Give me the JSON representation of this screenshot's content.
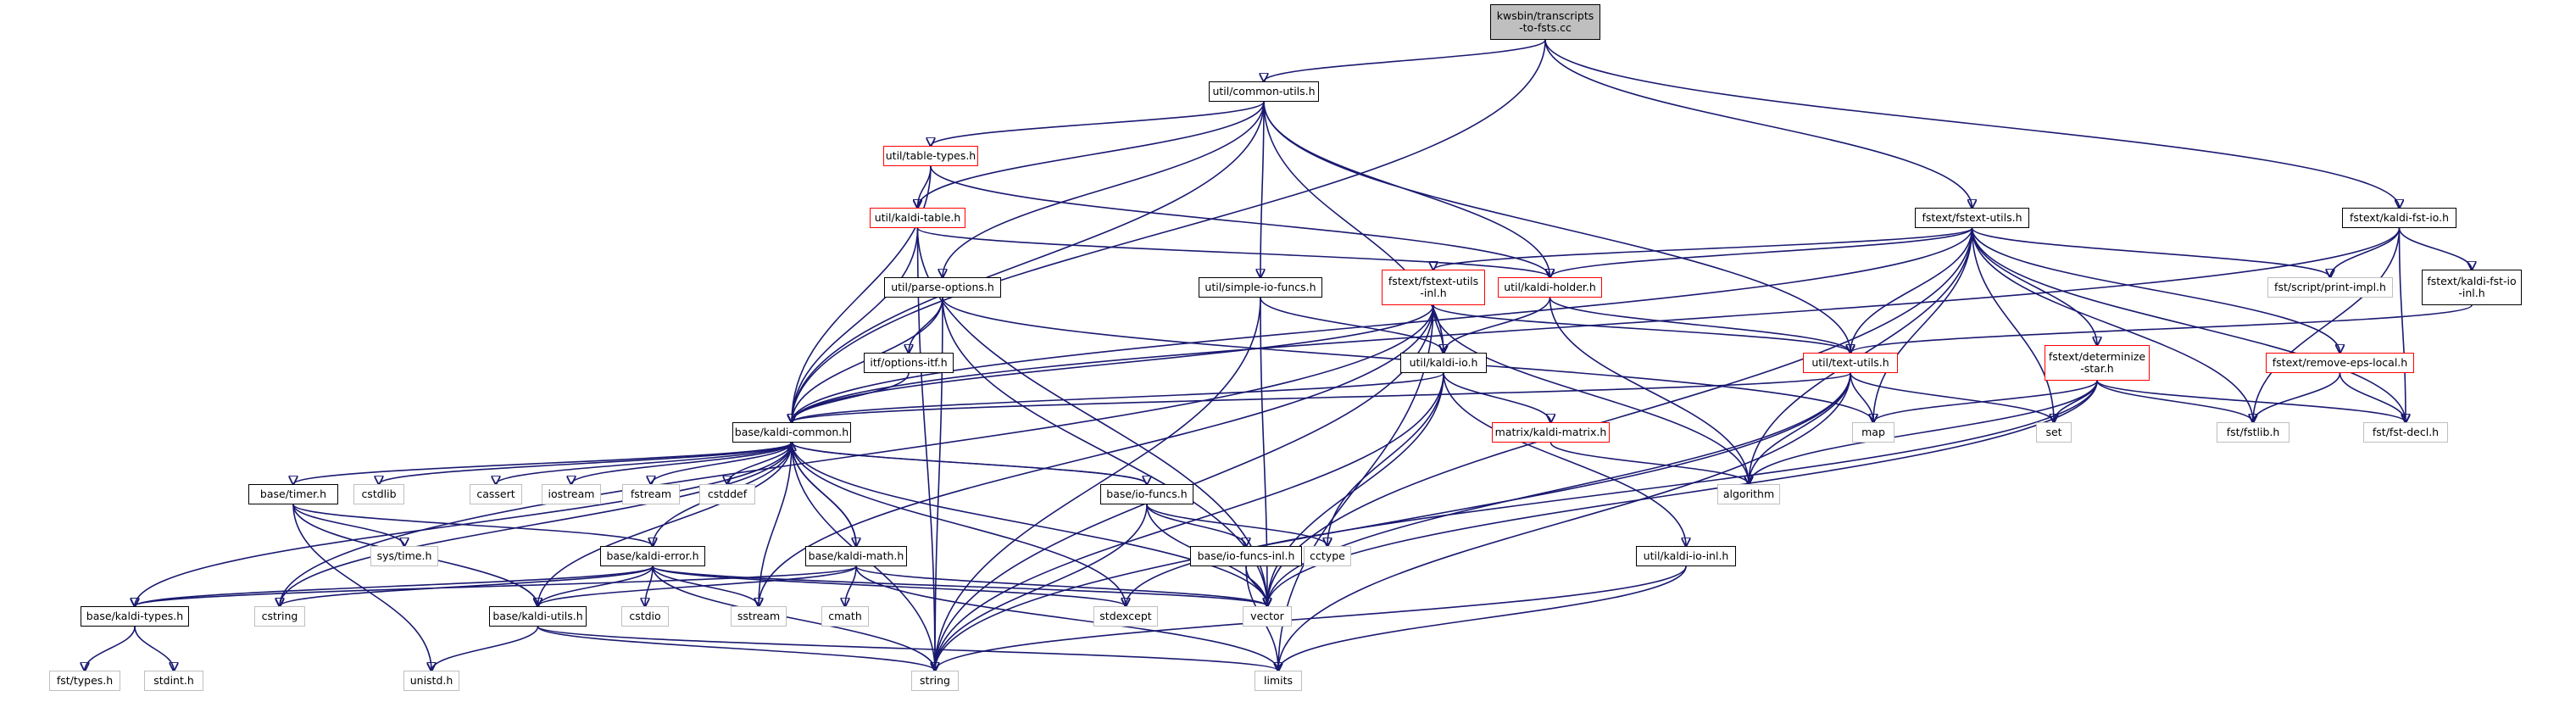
{
  "colors": {
    "edge": "#191970",
    "node_border": "#000000",
    "incomplete_border": "#ff0000",
    "external_border": "#bfbfbf",
    "root_fill": "#bfbfbf"
  },
  "nodes": {
    "root": "kwsbin/transcripts\n-to-fsts.cc",
    "common_utils": "util/common-utils.h",
    "table_types": "util/table-types.h",
    "kaldi_table": "util/kaldi-table.h",
    "parse_options": "util/parse-options.h",
    "itf_options": "itf/options-itf.h",
    "simple_io": "util/simple-io-funcs.h",
    "fstext_utils_inl": "fstext/fstext-utils\n-inl.h",
    "kaldi_holder": "util/kaldi-holder.h",
    "fstext_utils": "fstext/fstext-utils.h",
    "kaldi_fst_io": "fstext/kaldi-fst-io.h",
    "print_impl": "fst/script/print-impl.h",
    "kaldi_fst_io_inl": "fstext/kaldi-fst-io\n-inl.h",
    "kaldi_io": "util/kaldi-io.h",
    "text_utils": "util/text-utils.h",
    "determinize_star": "fstext/determinize\n-star.h",
    "remove_eps": "fstext/remove-eps-local.h",
    "kaldi_common": "base/kaldi-common.h",
    "kaldi_matrix": "matrix/kaldi-matrix.h",
    "map": "map",
    "set": "set",
    "fstlib": "fst/fstlib.h",
    "fst_decl": "fst/fst-decl.h",
    "algorithm": "algorithm",
    "timer": "base/timer.h",
    "cstdlib": "cstdlib",
    "cassert": "cassert",
    "iostream": "iostream",
    "fstream": "fstream",
    "cstddef": "cstddef",
    "io_funcs": "base/io-funcs.h",
    "cctype": "cctype",
    "systime": "sys/time.h",
    "io_funcs_inl": "base/io-funcs-inl.h",
    "kaldi_io_inl": "util/kaldi-io-inl.h",
    "kaldi_error": "base/kaldi-error.h",
    "kaldi_math": "base/kaldi-math.h",
    "kaldi_types": "base/kaldi-types.h",
    "cstring": "cstring",
    "kaldi_utils": "base/kaldi-utils.h",
    "cstdio": "cstdio",
    "sstream": "sstream",
    "cmath": "cmath",
    "stdexcept": "stdexcept",
    "vector": "vector",
    "fst_types": "fst/types.h",
    "stdint": "stdint.h",
    "unistd": "unistd.h",
    "string": "string",
    "limits": "limits"
  }
}
